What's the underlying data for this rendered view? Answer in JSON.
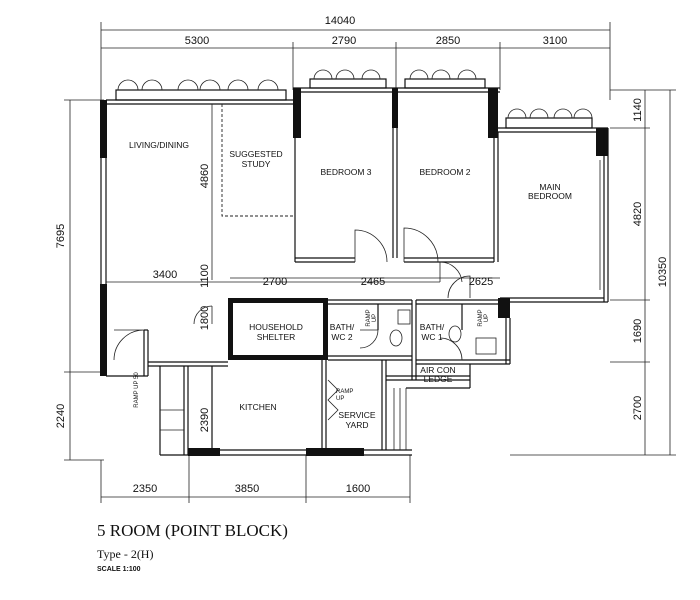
{
  "plan": {
    "top_dimensions": {
      "overall": "14040",
      "segments": [
        "5300",
        "2790",
        "2850",
        "3100"
      ]
    },
    "bottom_dimensions": [
      "2350",
      "3850",
      "1600"
    ],
    "left_dimensions": [
      "7695",
      "2240"
    ],
    "right_dimensions": [
      "1140",
      "4820",
      "1690",
      "2700"
    ],
    "right_overall": "10350",
    "inner_dimensions": {
      "row1": [
        "3400",
        "2700",
        "2465",
        "2625"
      ],
      "vertical": [
        "4860",
        "1100",
        "1800",
        "2390"
      ]
    },
    "rooms": {
      "living": "LIVING/DINING",
      "study_line1": "SUGGESTED",
      "study_line2": "STUDY",
      "bedroom3": "BEDROOM 3",
      "bedroom2": "BEDROOM 2",
      "main_line1": "MAIN",
      "main_line2": "BEDROOM",
      "shelter_line1": "HOUSEHOLD",
      "shelter_line2": "SHELTER",
      "bath2_line1": "BATH/",
      "bath2_line2": "WC 2",
      "bath1_line1": "BATH/",
      "bath1_line2": "WC 1",
      "aircon_line1": "AIR CON",
      "aircon_line2": "LEDGE",
      "kitchen": "KITCHEN",
      "yard_line1": "SERVICE",
      "yard_line2": "YARD"
    },
    "ramps": {
      "ramp_up_entrance": "RAMP UP 50",
      "ramp_up_bath2_1": "RAMP",
      "ramp_up_bath2_2": "UP",
      "ramp_up_bath1_1": "RAMP",
      "ramp_up_bath1_2": "UP",
      "ramp_up_yard_1": "RAMP",
      "ramp_up_yard_2": "UP"
    }
  },
  "title_block": {
    "title": "5 ROOM (POINT BLOCK)",
    "type": "Type - 2(H)",
    "scale": "SCALE  1:100"
  }
}
